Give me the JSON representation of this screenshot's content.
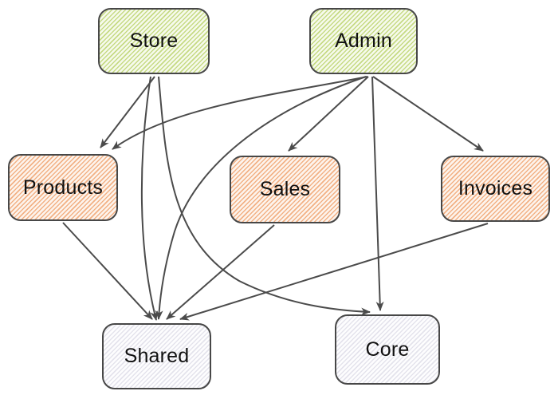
{
  "diagram": {
    "type": "dependency-graph",
    "background": "#ffffff",
    "nodes": [
      {
        "id": "store",
        "label": "Store",
        "fill": "green-hatch"
      },
      {
        "id": "admin",
        "label": "Admin",
        "fill": "green-hatch"
      },
      {
        "id": "products",
        "label": "Products",
        "fill": "orange-hatch"
      },
      {
        "id": "sales",
        "label": "Sales",
        "fill": "orange-hatch"
      },
      {
        "id": "invoices",
        "label": "Invoices",
        "fill": "orange-hatch"
      },
      {
        "id": "shared",
        "label": "Shared",
        "fill": "gray-hatch"
      },
      {
        "id": "core",
        "label": "Core",
        "fill": "gray-hatch"
      }
    ],
    "edges": [
      {
        "from": "store",
        "to": "products"
      },
      {
        "from": "store",
        "to": "shared"
      },
      {
        "from": "store",
        "to": "core"
      },
      {
        "from": "admin",
        "to": "products"
      },
      {
        "from": "admin",
        "to": "sales"
      },
      {
        "from": "admin",
        "to": "invoices"
      },
      {
        "from": "admin",
        "to": "shared"
      },
      {
        "from": "admin",
        "to": "core"
      },
      {
        "from": "products",
        "to": "shared"
      },
      {
        "from": "sales",
        "to": "shared"
      },
      {
        "from": "invoices",
        "to": "shared"
      }
    ],
    "colors": {
      "node_border": "#474747",
      "edge_stroke": "#4b4b4b",
      "green_stripe": "#c6da84",
      "orange_stripe": "#f2b185",
      "gray_stripe": "#e4e3ec",
      "text": "#111111"
    }
  }
}
